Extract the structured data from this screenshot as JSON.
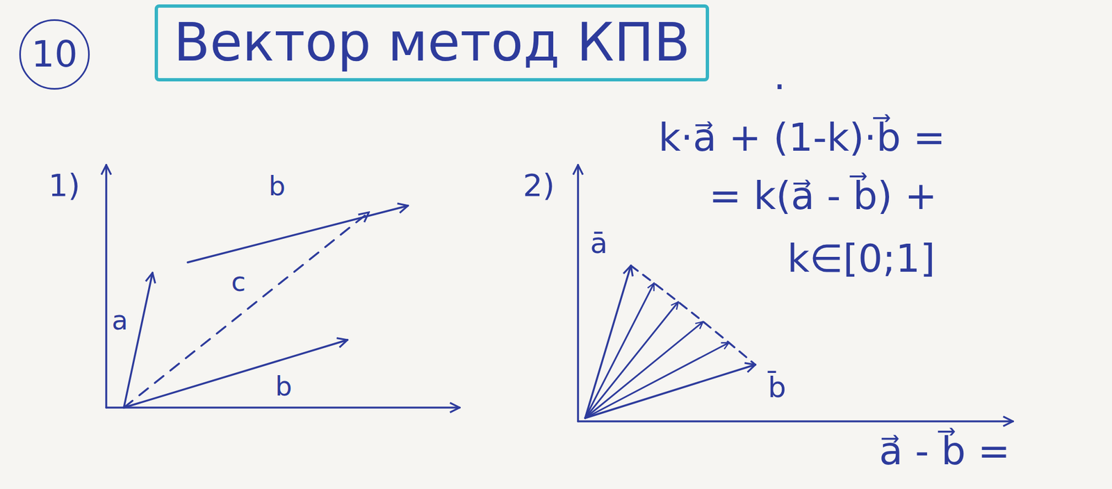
{
  "diagram": {
    "nodes": [
      {
        "text": [
          "10"
        ]
      },
      {
        "text": [
          "Вектор метод КПВ"
        ]
      }
    ],
    "labels": [
      "1)",
      "a",
      "b",
      "c",
      "b",
      "2)",
      "ā",
      "b̄",
      "k·a⃗ + (1-k)·b⃗ =",
      "= k(a⃗ - b⃗) +",
      "k∈[0;1]",
      "a⃗ - b⃗ =",
      "."
    ]
  }
}
